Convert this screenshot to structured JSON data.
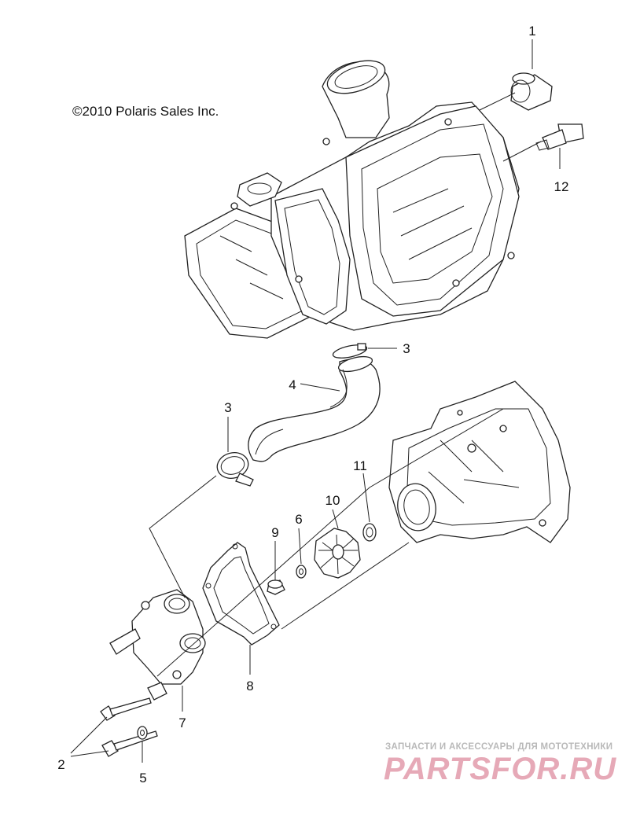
{
  "copyright": "©2010 Polaris Sales Inc.",
  "callouts": {
    "c1": "1",
    "c12": "12",
    "c3a": "3",
    "c4": "4",
    "c3b": "3",
    "c11": "11",
    "c10": "10",
    "c9": "9",
    "c6": "6",
    "c8": "8",
    "c7": "7",
    "c2": "2",
    "c5": "5"
  },
  "watermark": {
    "tagline": "ЗАПЧАСТИ И АКСЕССУАРЫ ДЛЯ МОТОТЕХНИКИ",
    "brand": "PARTSFOR.RU"
  }
}
